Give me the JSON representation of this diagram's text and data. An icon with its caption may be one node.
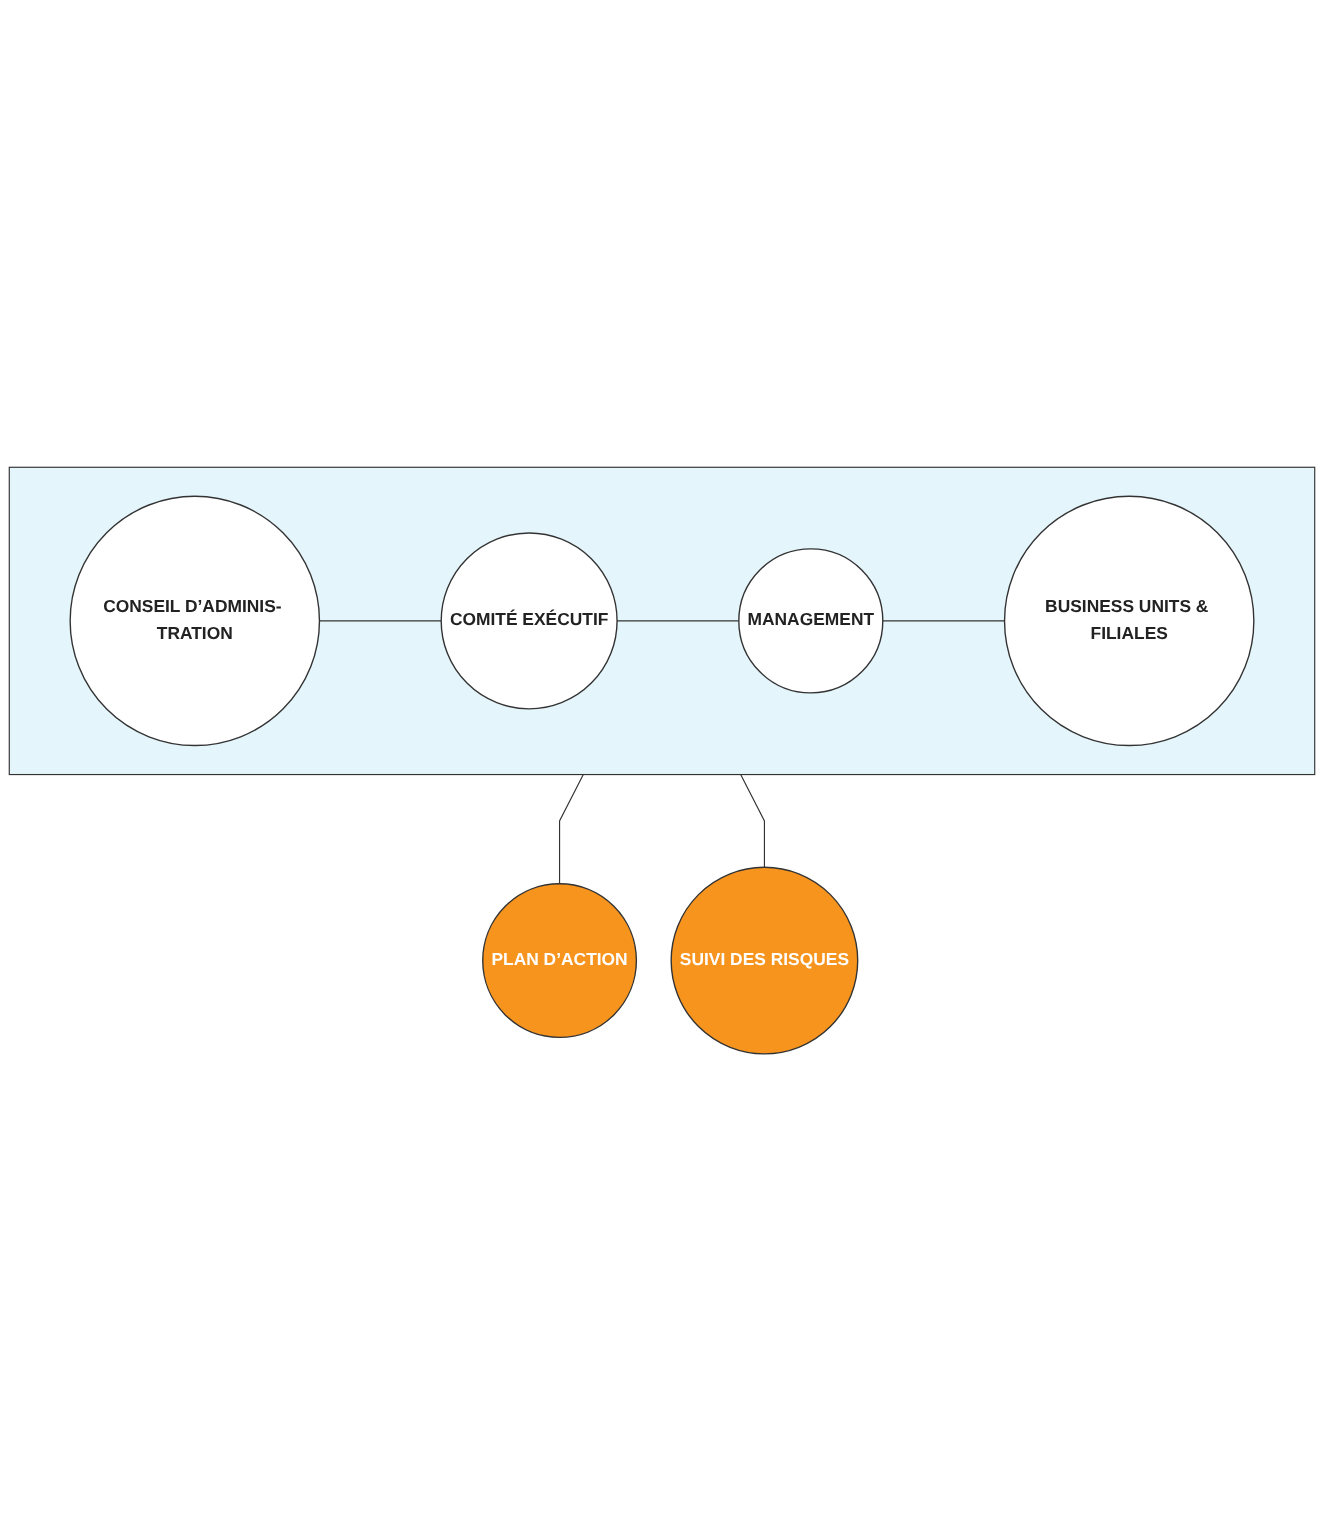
{
  "diagram": {
    "nodes": [
      {
        "text": [],
        "shape": "box"
      },
      {
        "text": [
          "CONSEIL D’ADMINIS- TRATION"
        ],
        "in": 0
      },
      {
        "text": [
          "COMITÉ EXÉCUTIF"
        ],
        "in": 0
      },
      {
        "text": [
          "MANAGEMENT"
        ],
        "in": 0
      },
      {
        "text": [
          "BUSINESS UNITS & FILIALES"
        ],
        "in": 0
      },
      {
        "text": [
          "PLAN D’ACTION"
        ]
      },
      {
        "text": [
          "SUIVI DES RISQUES"
        ]
      }
    ],
    "edges": [
      {
        "from": 1,
        "to": 2,
        "arrow": "none"
      },
      {
        "from": 2,
        "to": 3,
        "arrow": "none"
      },
      {
        "from": 3,
        "to": 4,
        "arrow": "none"
      },
      {
        "from": 0,
        "to": 5,
        "arrow": "none"
      },
      {
        "from": 0,
        "to": 6,
        "arrow": "none"
      }
    ]
  }
}
